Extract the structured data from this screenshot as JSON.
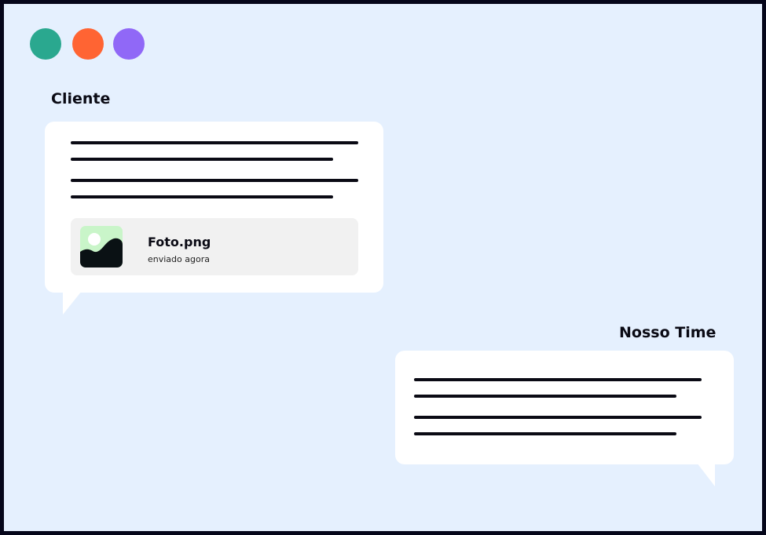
{
  "colors": {
    "dot1": "#2aa88f",
    "dot2": "#ff6433",
    "dot3": "#9068f7",
    "background": "#e5f0fe",
    "frame": "#05061a"
  },
  "client": {
    "label": "Cliente",
    "attachment": {
      "icon": "image-icon",
      "name": "Foto.png",
      "status": "enviado agora"
    }
  },
  "team": {
    "label": "Nosso Time"
  }
}
